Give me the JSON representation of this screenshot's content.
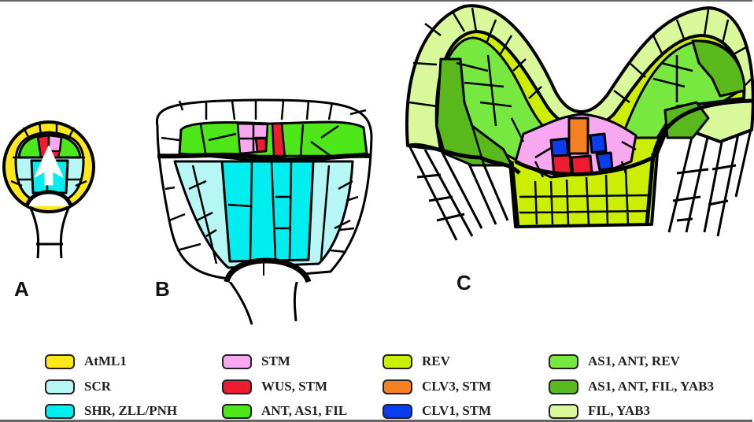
{
  "panels": [
    {
      "label": "A"
    },
    {
      "label": "B"
    },
    {
      "label": "C"
    }
  ],
  "colors": {
    "atml1": "#ffe81a",
    "stm": "#f7a8f0",
    "rev": "#ccee00",
    "as1_ant_rev": "#77e840",
    "scr": "#b6f6f4",
    "wus_stm": "#ee1c30",
    "clv3_stm": "#f58020",
    "as1_ant_fil_yab3": "#58b81c",
    "shr": "#00eef0",
    "ant_as1_fil": "#4ee81a",
    "clv1_stm": "#0a3cf0",
    "fil_yab3": "#d8f89a"
  },
  "legend": [
    {
      "label": "AtML1",
      "color": "#ffe81a"
    },
    {
      "label": "STM",
      "color": "#f7a8f0"
    },
    {
      "label": "REV",
      "color": "#ccee00"
    },
    {
      "label": "AS1, ANT, REV",
      "color": "#77e840"
    },
    {
      "label": "SCR",
      "color": "#b6f6f4"
    },
    {
      "label": "WUS, STM",
      "color": "#ee1c30"
    },
    {
      "label": "CLV3, STM",
      "color": "#f58020"
    },
    {
      "label": "AS1, ANT, FIL, YAB3",
      "color": "#58b81c"
    },
    {
      "label": "SHR,  ZLL/PNH",
      "color": "#00eef0"
    },
    {
      "label": "ANT, AS1, FIL",
      "color": "#4ee81a"
    },
    {
      "label": "CLV1, STM",
      "color": "#0a3cf0"
    },
    {
      "label": "FIL, YAB3",
      "color": "#d8f89a"
    }
  ]
}
